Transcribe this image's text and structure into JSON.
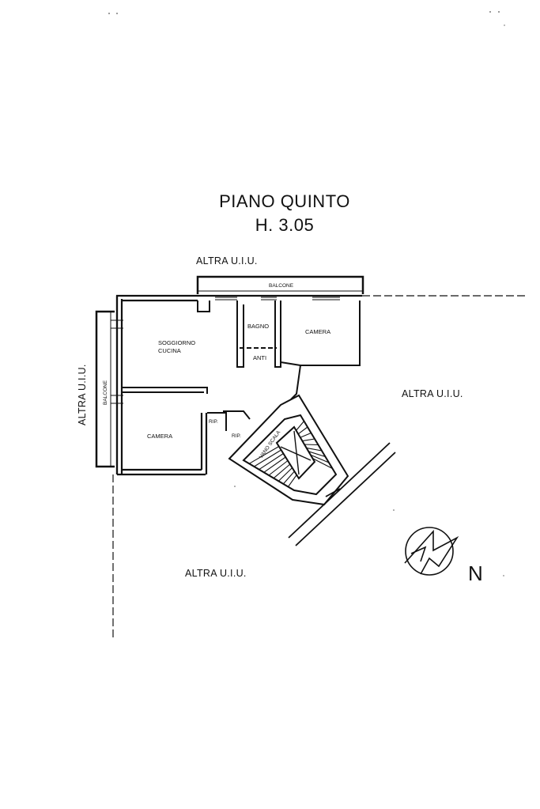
{
  "title": {
    "floor": "PIANO QUINTO",
    "height": "H. 3.05"
  },
  "labels": {
    "altra_top": "ALTRA U.I.U.",
    "altra_left": "ALTRA U.I.U.",
    "altra_right": "ALTRA U.I.U.",
    "altra_bottom": "ALTRA U.I.U.",
    "balcone_top": "BALCONE",
    "balcone_left": "BALCONE",
    "soggiorno": "SOGGIORNO",
    "cucina": "CUCINA",
    "bagno": "BAGNO",
    "anti": "ANTI",
    "camera_top": "CAMERA",
    "camera_left": "CAMERA",
    "rip_1": "RIP.",
    "rip_2": "RIP.",
    "vano_scala": "VANO SCALA",
    "north": "N"
  },
  "colors": {
    "ink": "#111111",
    "paper": "#ffffff"
  },
  "icons": {
    "compass": "north-arrow-icon"
  }
}
